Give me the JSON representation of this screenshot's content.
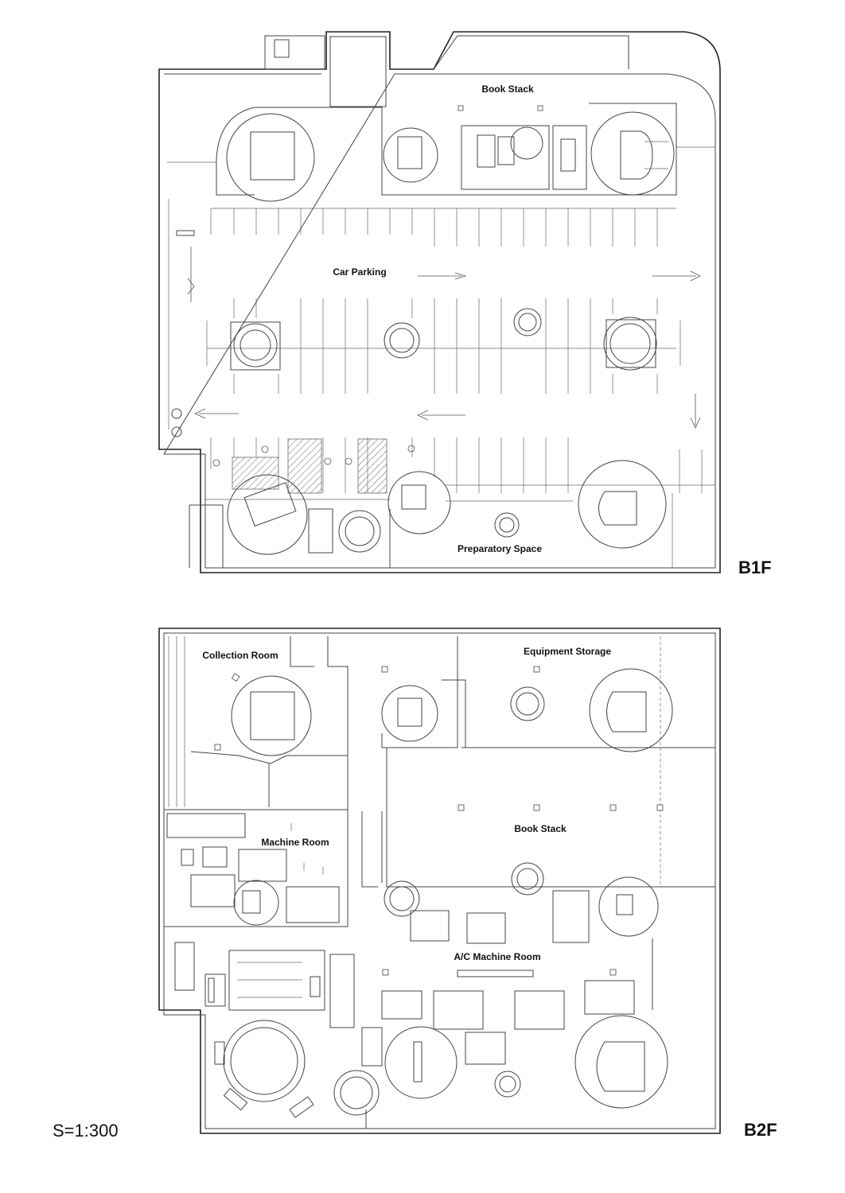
{
  "b1f": {
    "floor_label": "B1F",
    "rooms": {
      "book_stack": "Book Stack",
      "car_parking": "Car Parking",
      "preparatory_space": "Preparatory Space"
    }
  },
  "b2f": {
    "floor_label": "B2F",
    "rooms": {
      "collection_room": "Collection Room",
      "equipment_storage": "Equipment Storage",
      "machine_room": "Machine Room",
      "book_stack": "Book Stack",
      "ac_machine_room": "A/C Machine Room"
    }
  },
  "scale": "S=1:300"
}
